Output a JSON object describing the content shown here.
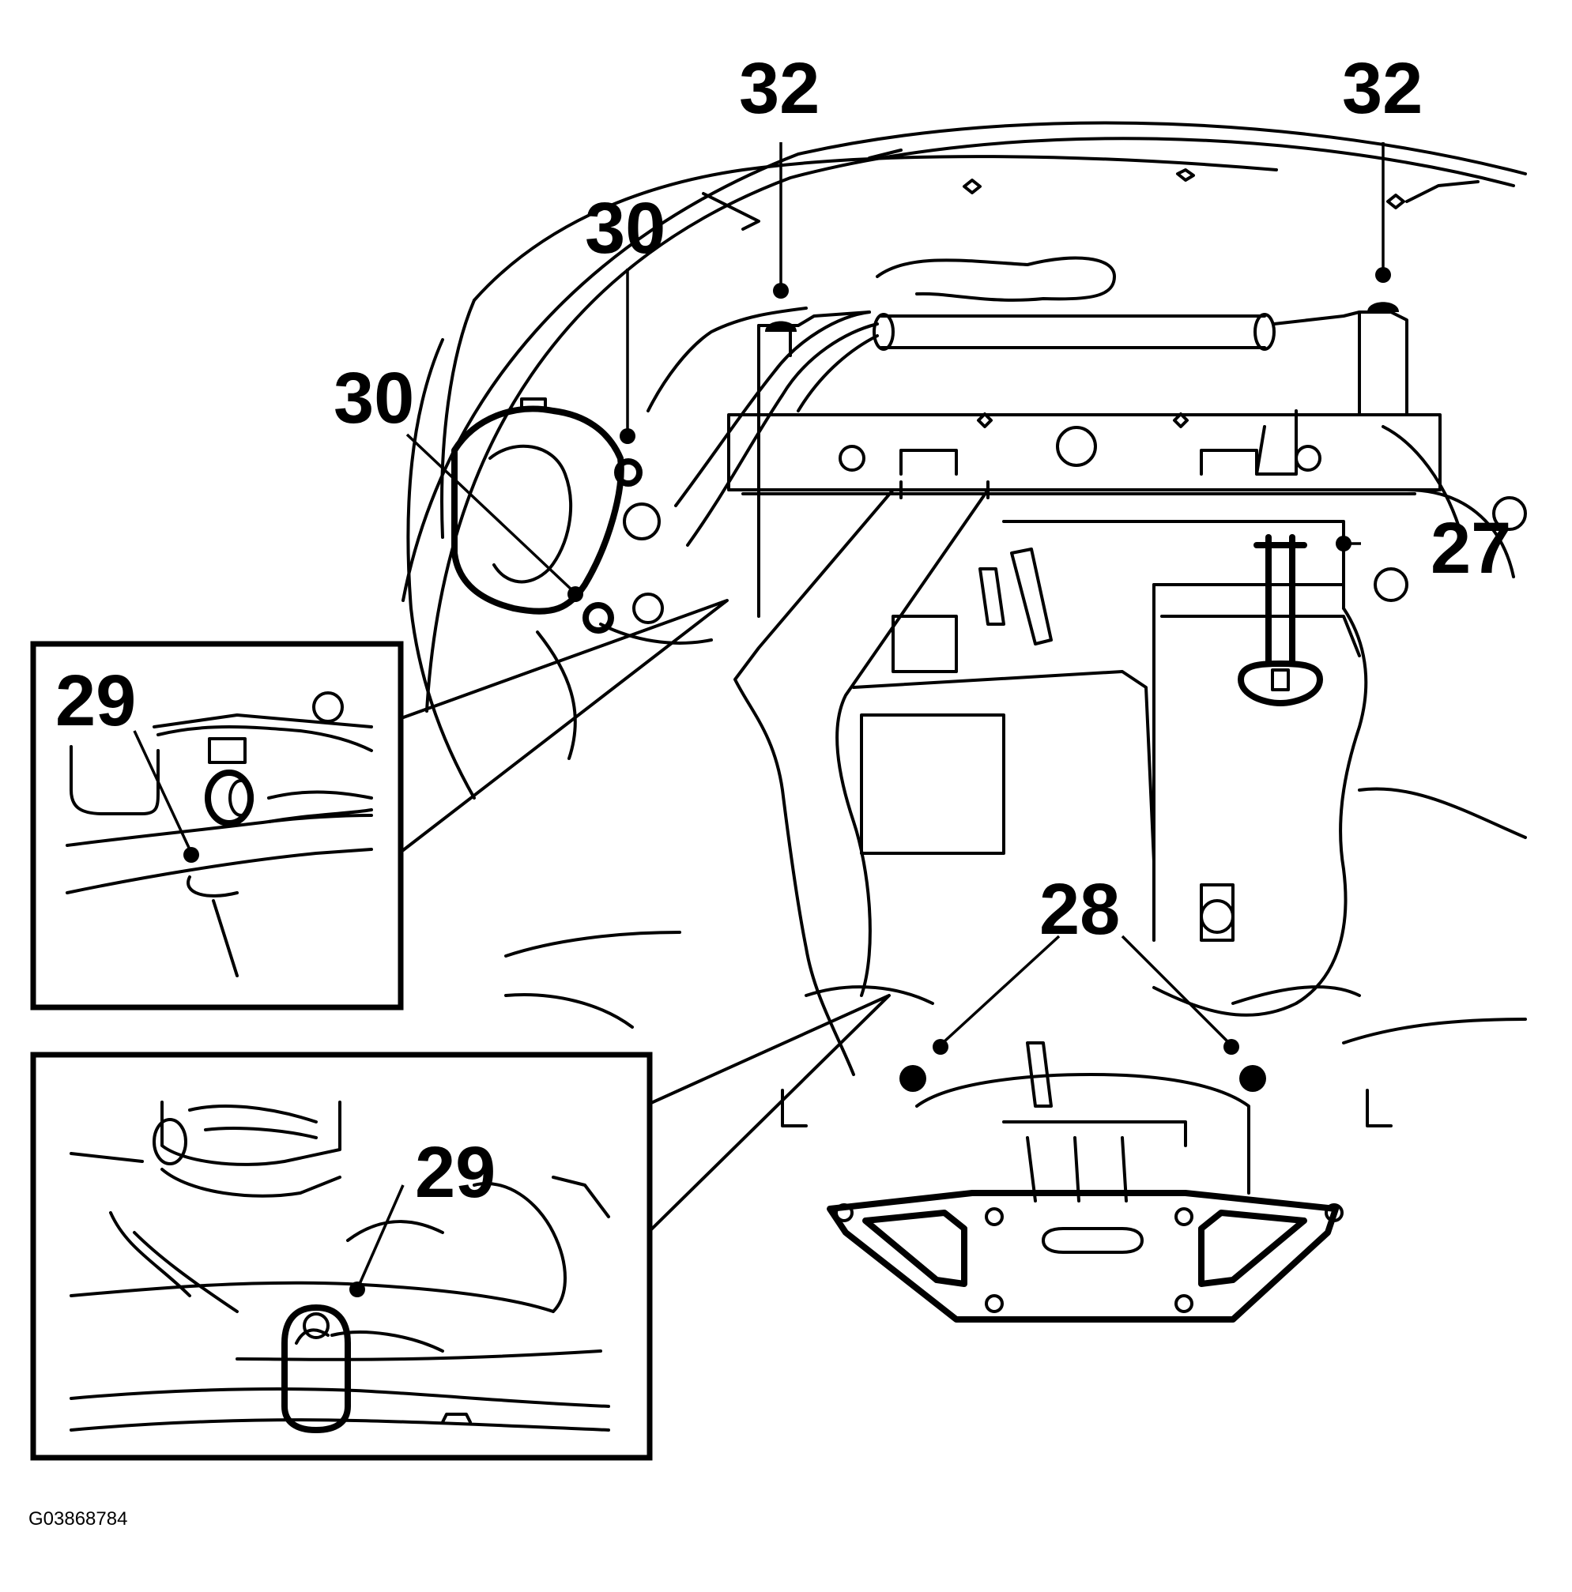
{
  "figure_id": "G03868784",
  "callouts": {
    "c32_left": "32",
    "c32_right": "32",
    "c30_upper": "30",
    "c30_lower": "30",
    "c27": "27",
    "c28": "28",
    "c29_top_inset": "29",
    "c29_bottom_inset": "29"
  }
}
